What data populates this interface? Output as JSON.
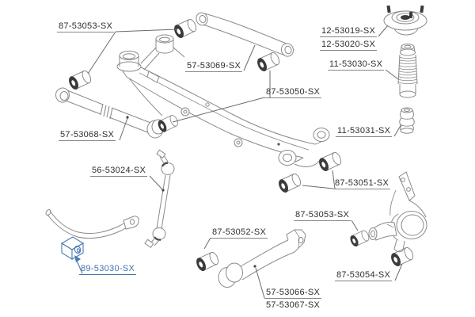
{
  "diagram": {
    "kind": "suspension-parts-exploded-diagram",
    "background_color": "#ffffff",
    "line_color": "#8a8a8a",
    "label_text_color": "#2d2d2d",
    "highlight_color": "#4173b0",
    "selected_part_number": "89-53030-SX",
    "labels": [
      {
        "text": "87-53053-SX"
      },
      {
        "text": "57-53069-SX"
      },
      {
        "text": "12-53019-SX"
      },
      {
        "text": "12-53020-SX"
      },
      {
        "text": "11-53030-SX"
      },
      {
        "text": "87-53050-SX"
      },
      {
        "text": "11-53031-SX"
      },
      {
        "text": "57-53068-SX"
      },
      {
        "text": "56-53024-SX"
      },
      {
        "text": "87-53051-SX"
      },
      {
        "text": "87-53053-SX"
      },
      {
        "text": "87-53052-SX"
      },
      {
        "text": "89-53030-SX"
      },
      {
        "text": "87-53054-SX"
      },
      {
        "text": "57-53066-SX"
      },
      {
        "text": "57-53067-SX"
      }
    ]
  }
}
